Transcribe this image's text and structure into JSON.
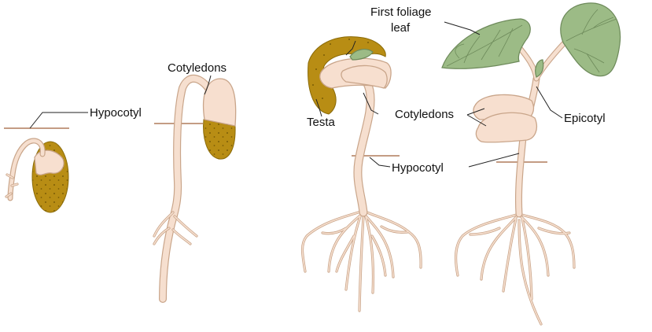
{
  "labels": {
    "hypocotyl_1": "Hypocotyl",
    "cotyledons_1": "Cotyledons",
    "first_foliage_leaf_line1": "First foliage",
    "first_foliage_leaf_line2": "leaf",
    "testa": "Testa",
    "cotyledons_2": "Cotyledons",
    "epicotyl": "Epicotyl",
    "hypocotyl_2": "Hypocotyl"
  },
  "colors": {
    "stem_fill": "#f6dfcf",
    "stem_outline": "#c9a58a",
    "seed_coat": "#b88d14",
    "leaf": "#9cbb86",
    "soil_line": "#a0613a"
  }
}
